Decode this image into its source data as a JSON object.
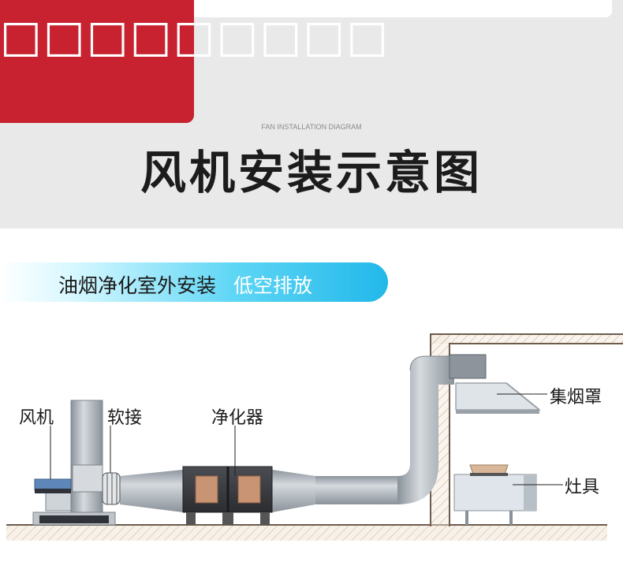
{
  "badge_text": "□□□□□□□□□",
  "header": {
    "subtitle_en": "FAN INSTALLATION DIAGRAM",
    "title": "风机安装示意图"
  },
  "banner": {
    "text_main": "油烟净化室外安装",
    "text_highlight": "低空排放"
  },
  "labels": {
    "fan": "风机",
    "soft_joint": "软接",
    "purifier": "净化器",
    "hood": "集烟罩",
    "stove": "灶具"
  },
  "colors": {
    "badge_red": "#c8212f",
    "banner_blue": "#22b8ea",
    "duct_gray": "#b9c0c7"
  }
}
